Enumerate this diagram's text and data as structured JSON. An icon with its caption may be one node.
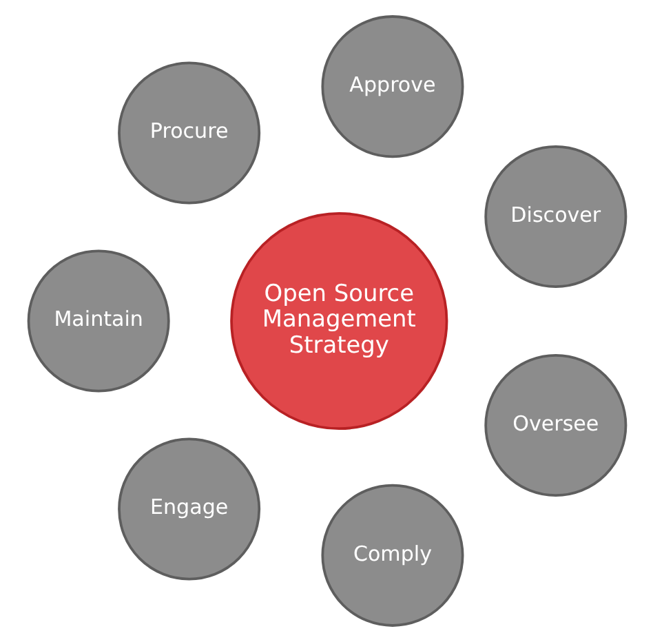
{
  "diagram": {
    "nodes": [
      {
        "text": [
          "Discover"
        ]
      },
      {
        "text": [
          "Oversee"
        ]
      },
      {
        "text": [
          "Approve"
        ]
      },
      {
        "text": [
          "Open Source Management Strategy"
        ]
      },
      {
        "text": [
          "Comply"
        ]
      },
      {
        "text": [
          "Procure"
        ]
      },
      {
        "text": [
          "Engage"
        ]
      },
      {
        "text": [
          "Maintain"
        ]
      }
    ],
    "edges": []
  }
}
